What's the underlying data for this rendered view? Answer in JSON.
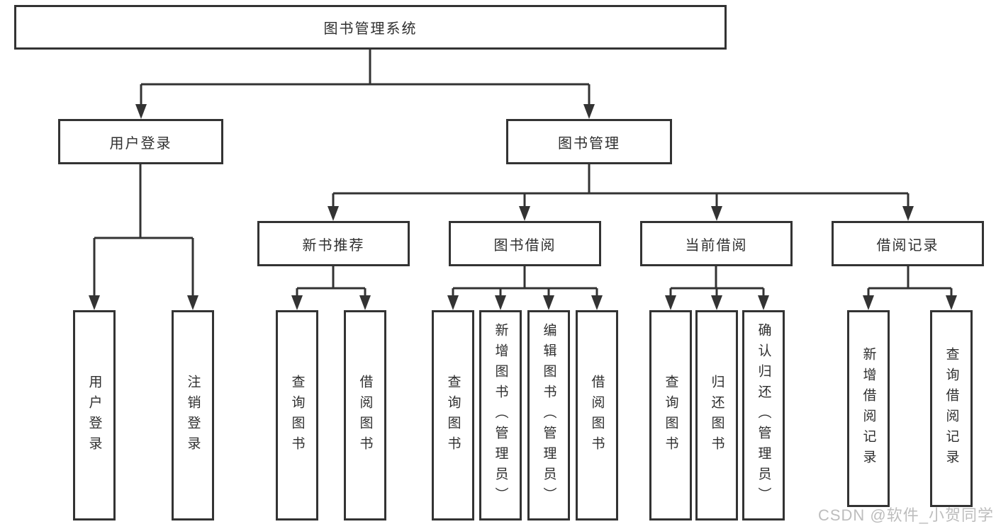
{
  "tree": {
    "root": "图书管理系统",
    "branches": [
      {
        "label": "用户登录",
        "children": [
          "用户登录",
          "注销登录"
        ]
      },
      {
        "label": "图书管理",
        "groups": [
          {
            "label": "新书推荐",
            "children": [
              "查询图书",
              "借阅图书"
            ]
          },
          {
            "label": "图书借阅",
            "children": [
              "查询图书",
              "新增图书（管理员）",
              "编辑图书（管理员）",
              "借阅图书"
            ]
          },
          {
            "label": "当前借阅",
            "children": [
              "查询图书",
              "归还图书",
              "确认归还（管理员）"
            ]
          },
          {
            "label": "借阅记录",
            "children": [
              "新增借阅记录",
              "查询借阅记录"
            ]
          }
        ]
      }
    ]
  },
  "watermark": {
    "text": "CSDN @软件_小贺同学"
  },
  "colors": {
    "line": "#333333",
    "box_border": "#333333",
    "box_background": "#ffffff",
    "text": "#2f2f2f",
    "watermark": "#bdbdbd",
    "page_background": "#ffffff"
  }
}
